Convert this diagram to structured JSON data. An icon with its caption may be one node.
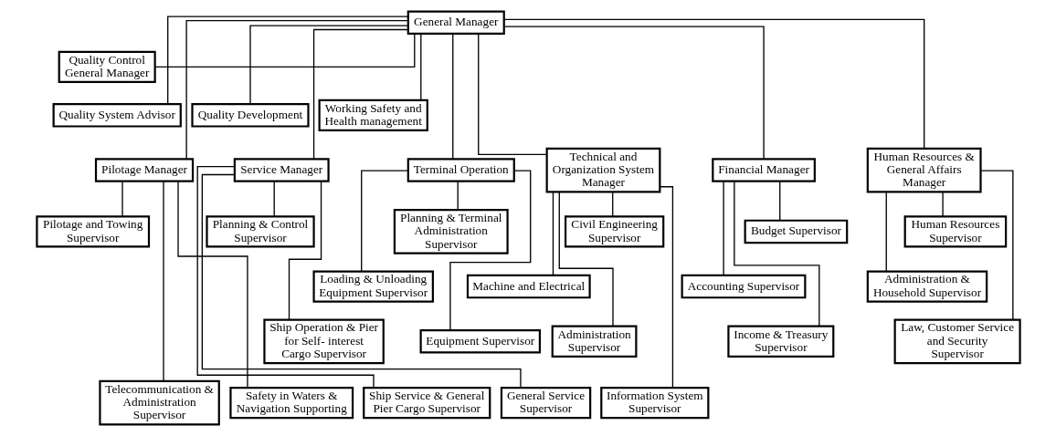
{
  "diagram": {
    "nodes": [
      {
        "text": [
          "General Manager"
        ]
      },
      {
        "text": [
          "Quality Control General Manager"
        ]
      },
      {
        "text": [
          "Quality System Advisor"
        ]
      },
      {
        "text": [
          "Quality Development"
        ]
      },
      {
        "text": [
          "Working Safety and Health management"
        ]
      },
      {
        "text": [
          "Pilotage Manager"
        ]
      },
      {
        "text": [
          "Service Manager"
        ]
      },
      {
        "text": [
          "Terminal Operation"
        ]
      },
      {
        "text": [
          "Technical and Organization System Manager"
        ]
      },
      {
        "text": [
          "Financial Manager"
        ]
      },
      {
        "text": [
          "Human Resources & General Affairs Manager"
        ]
      },
      {
        "text": [
          "Pilotage and Towing Supervisor"
        ]
      },
      {
        "text": [
          "Telecommunication & Administration Supervisor"
        ]
      },
      {
        "text": [
          "Safety in Waters & Navigation Supporting"
        ]
      },
      {
        "text": [
          "Planning & Control Supervisor"
        ]
      },
      {
        "text": [
          "Ship Service & General Pier Cargo Supervisor"
        ]
      },
      {
        "text": [
          "Ship Operation & Pier for Self- interest Cargo Supervisor"
        ]
      },
      {
        "text": [
          "General Service Supervisor"
        ]
      },
      {
        "text": [
          "Planning & Terminal Administration Supervisor"
        ]
      },
      {
        "text": [
          "Loading & Unloading Equipment Supervisor"
        ]
      },
      {
        "text": [
          "Equipment Supervisor"
        ]
      },
      {
        "text": [
          "Civil Engineering Supervisor"
        ]
      },
      {
        "text": [
          "Machine and Electrical"
        ]
      },
      {
        "text": [
          "Administration Supervisor"
        ]
      },
      {
        "text": [
          "Information System Supervisor"
        ]
      },
      {
        "text": [
          "Budget Supervisor"
        ]
      },
      {
        "text": [
          "Accounting Supervisor"
        ]
      },
      {
        "text": [
          "Income & Treasury Supervisor"
        ]
      },
      {
        "text": [
          "Human Resources Supervisor"
        ]
      },
      {
        "text": [
          "Administration & Household Supervisor"
        ]
      },
      {
        "text": [
          "Law, Customer Service and Security Supervisor"
        ]
      }
    ],
    "edges": [
      {
        "from": 0,
        "to": 1,
        "arrow": "none"
      },
      {
        "from": 0,
        "to": 2,
        "arrow": "none"
      },
      {
        "from": 0,
        "to": 3,
        "arrow": "none"
      },
      {
        "from": 0,
        "to": 4,
        "arrow": "none"
      },
      {
        "from": 0,
        "to": 5,
        "arrow": "none"
      },
      {
        "from": 0,
        "to": 6,
        "arrow": "none"
      },
      {
        "from": 0,
        "to": 7,
        "arrow": "none"
      },
      {
        "from": 0,
        "to": 8,
        "arrow": "none"
      },
      {
        "from": 0,
        "to": 9,
        "arrow": "none"
      },
      {
        "from": 0,
        "to": 10,
        "arrow": "none"
      },
      {
        "from": 5,
        "to": 11,
        "arrow": "none"
      },
      {
        "from": 5,
        "to": 12,
        "arrow": "none"
      },
      {
        "from": 5,
        "to": 13,
        "arrow": "none"
      },
      {
        "from": 6,
        "to": 14,
        "arrow": "none"
      },
      {
        "from": 6,
        "to": 15,
        "arrow": "none"
      },
      {
        "from": 6,
        "to": 16,
        "arrow": "none"
      },
      {
        "from": 6,
        "to": 17,
        "arrow": "none"
      },
      {
        "from": 7,
        "to": 18,
        "arrow": "none"
      },
      {
        "from": 7,
        "to": 19,
        "arrow": "none"
      },
      {
        "from": 7,
        "to": 20,
        "arrow": "none"
      },
      {
        "from": 8,
        "to": 21,
        "arrow": "none"
      },
      {
        "from": 8,
        "to": 22,
        "arrow": "none"
      },
      {
        "from": 8,
        "to": 23,
        "arrow": "none"
      },
      {
        "from": 8,
        "to": 24,
        "arrow": "none"
      },
      {
        "from": 9,
        "to": 25,
        "arrow": "none"
      },
      {
        "from": 9,
        "to": 26,
        "arrow": "none"
      },
      {
        "from": 9,
        "to": 27,
        "arrow": "none"
      },
      {
        "from": 10,
        "to": 28,
        "arrow": "none"
      },
      {
        "from": 10,
        "to": 29,
        "arrow": "none"
      },
      {
        "from": 10,
        "to": 30,
        "arrow": "none"
      }
    ]
  }
}
